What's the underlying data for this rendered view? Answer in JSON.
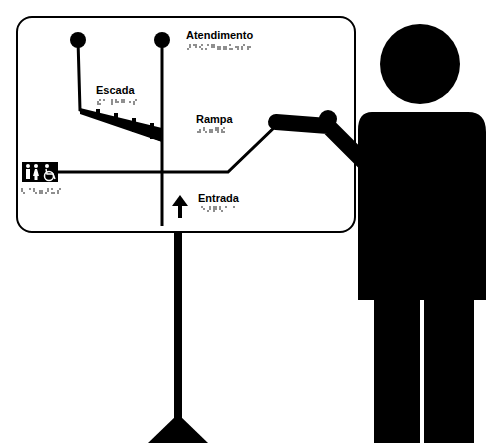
{
  "diagram": {
    "labels": [
      "Atendimento",
      "Escada",
      "Rampa",
      "Entrada"
    ]
  }
}
